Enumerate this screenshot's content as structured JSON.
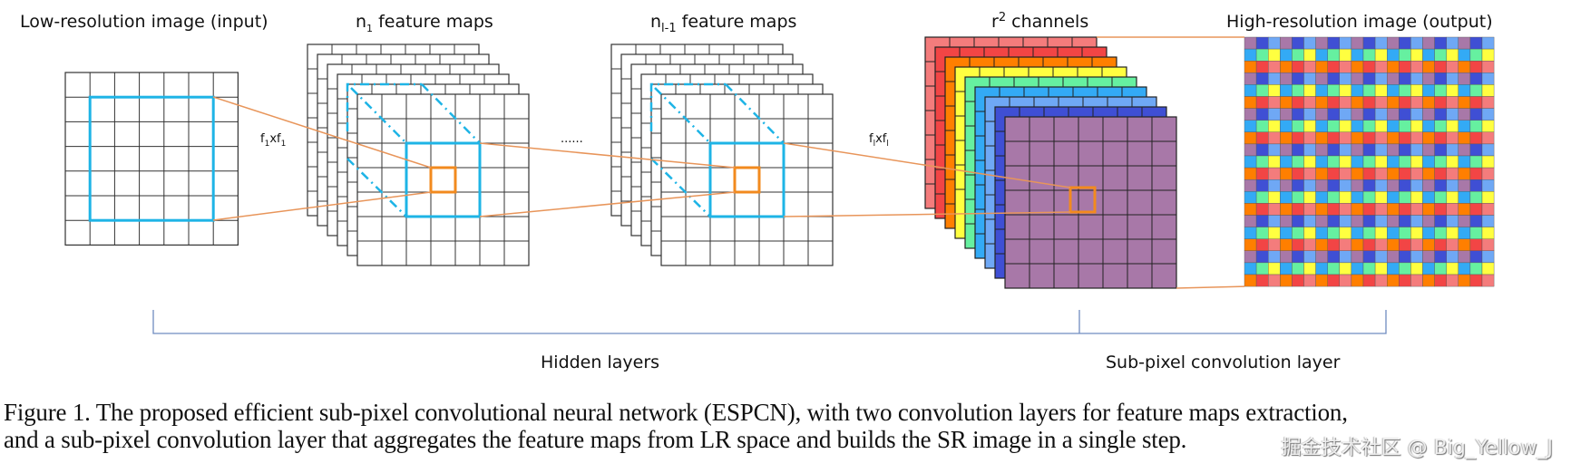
{
  "labels": {
    "input": "Low-resolution image (input)",
    "layer1_prefix": "n",
    "layer1_sub": "1",
    "layer1_suffix": " feature maps",
    "layerL_prefix": "n",
    "layerL_sub": "l-1",
    "layerL_suffix": " feature maps",
    "channels_prefix": "r",
    "channels_sup": "2",
    "channels_suffix": " channels",
    "output": "High-resolution image (output)",
    "kernel1_f": "f",
    "kernel1_sub": "1",
    "kernel1_x": "xf",
    "kernel1_sub2": "1",
    "kernelL_f": "f",
    "kernelL_sub": "l",
    "kernelL_x": "xf",
    "kernelL_sub2": "l",
    "ellipsis": "......",
    "hidden_layers": "Hidden layers",
    "subpixel_layer": "Sub-pixel convolution layer"
  },
  "caption": {
    "line1": "Figure 1. The proposed efficient sub-pixel convolutional neural network (ESPCN), with two convolution layers for feature maps extraction,",
    "line2": "and a sub-pixel convolution layer that aggregates the feature maps from LR space and builds the SR image in a single step."
  },
  "watermark": "掘金技术社区 @ Big_Yellow_J",
  "colors": {
    "grid": "#333333",
    "kernel_blue": "#1eb4e6",
    "kernel_orange": "#f28a1e",
    "connector": "#e8955a",
    "bracket": "#6f8cc0",
    "channels": [
      "#f47c7c",
      "#f24545",
      "#ff7f00",
      "#ffff40",
      "#66f0a0",
      "#33aaf5",
      "#6fa8f5",
      "#3f4fd4",
      "#a878a8"
    ],
    "hr_pattern": [
      [
        "#a878a8",
        "#3f4fd4",
        "#6fa8f5"
      ],
      [
        "#33aaf5",
        "#66f0a0",
        "#ffff40"
      ],
      [
        "#ff7f00",
        "#f24545",
        "#f47c7c"
      ]
    ]
  },
  "structure": {
    "grid_cells": 7,
    "feature_map_stack_depth": 6,
    "channel_stack_depth": 9,
    "hr_grid_cells": 21
  }
}
